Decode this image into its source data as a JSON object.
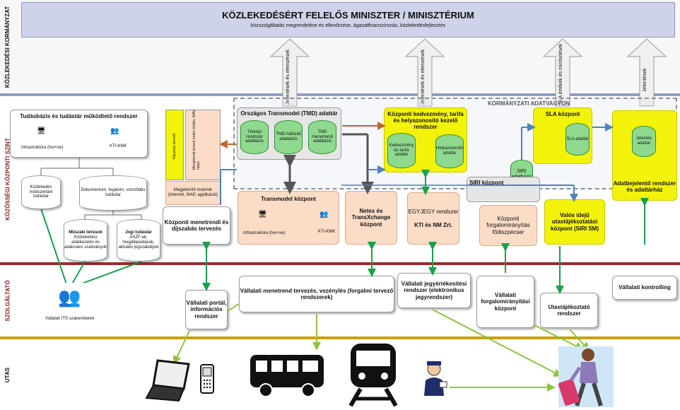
{
  "lanes": {
    "ministry": "KÖZLEKEDÉSI KORMÁNYZAT",
    "central": "KÖZÖSSÉGI KÖZPONTI SZINT",
    "provider": "SZOLGÁLTATÓ",
    "passenger": "UTAS"
  },
  "ministry": {
    "title": "KÖZLEKEDÉSÉRT FELELŐS MINISZTER / MINISZTÉRIUM",
    "subtitle": "közszolgáltatás megrendelése és ellenőrzése, ágazatfinanszírozás, közlekedésfejlesztés"
  },
  "arrows_up": [
    "Jelentések és elemzések",
    "Jelentések és elemzések",
    "SLA értékek és minősítések",
    "Jelentések"
  ],
  "gov_data_label": "KORMÁNYZATI ADATVAGYON",
  "knowledge": {
    "title": "Tudásbázis és tudástár működtető rendszer",
    "infra": "Infrastruktúra (hw+sw)",
    "kti": "KTI-KMK",
    "db1": "Közlekedés módszertani tudástár",
    "db2": "Dokumentum, fogalom, szerződés tudástár",
    "tech_title": "Műszaki leírások",
    "tech_body": "Közlekedési adatkezelés és adatcsere szabványok",
    "legal_title": "Jogi tudástár",
    "legal_body": "ÁSZF-ek, megállapodások, aktuális jogszabályok",
    "experts": "Vállalati ITS szakemberek"
  },
  "search": {
    "lang": "Hasznos kereső",
    "engine": "Menetrendi kereső motor (Volán, MÁV, helyi)",
    "motors": "Megjelenítő motorok (Internet, WAP, applikáció)"
  },
  "tmd": {
    "title": "Országos Transmodel (TMD) adattár",
    "db1": "Térképi rendszer adatbázis",
    "db2": "TMD hálózati adatbázis",
    "db3": "TMD menetrendi adatbázis"
  },
  "transmodel": {
    "title": "Transmodel központ",
    "infra": "Infrastruktúra (hw+sw)",
    "kti": "KTI-KMK"
  },
  "central_timetable": "Központi menetrendi és díjszabás tervezés",
  "neptun": {
    "title": "Netex és TransXchange központ"
  },
  "discount": {
    "title": "Központi kedvezmény, tarifa és helyazonosító kezelő rendszer",
    "db1": "Kedvezmény és tarifa adattár",
    "db2": "Helyazonosító adattár"
  },
  "egyjegy": {
    "title": "EGYJEGY rendszer",
    "sub": "KTI és NM Zrt."
  },
  "sla": {
    "title": "SLA központ",
    "db": "SLA adattár"
  },
  "siri": {
    "db": "SIRI adatbázis",
    "center": "SIRI központ"
  },
  "reporting": {
    "db": "Jelentés adattár",
    "title": "Adatbejelentő rendszer és adattárház"
  },
  "traffic_central": "Központi forgalomirányítás fődiszpécser",
  "realtime": "Valós idejű utastájékoztatási központ (SIRI SM)",
  "provider": {
    "portal": "Vállalati portál, információs rendszer",
    "timetable": "Vállalati menetrend tervezés, vezénylés (forgalmi tervező rendszerek)",
    "ticketing": "Vállalati jegyértékesítési rendszer (elektronikus jegyrendszer)",
    "traffic": "Vállalati forgalomirányítási központ",
    "passenger_info": "Utastájékoztató rendszer",
    "controlling": "Vállalati kontrolling"
  },
  "colors": {
    "peach": "#fbdcc6",
    "yellow": "#f3f20a",
    "green_db": "#8fd98f",
    "arrow_green": "#19a04a",
    "arrow_light": "#8cc63f",
    "arrow_blue": "#4f81bd",
    "arrow_orange": "#c0692b",
    "line_red": "#9c2b2b",
    "line_gold": "#c8a000"
  },
  "icons": [
    "server-icon",
    "people-icon",
    "laptop-icon",
    "phone-icon",
    "bus-icon",
    "train-icon",
    "passenger-icon",
    "traveler-icon"
  ]
}
